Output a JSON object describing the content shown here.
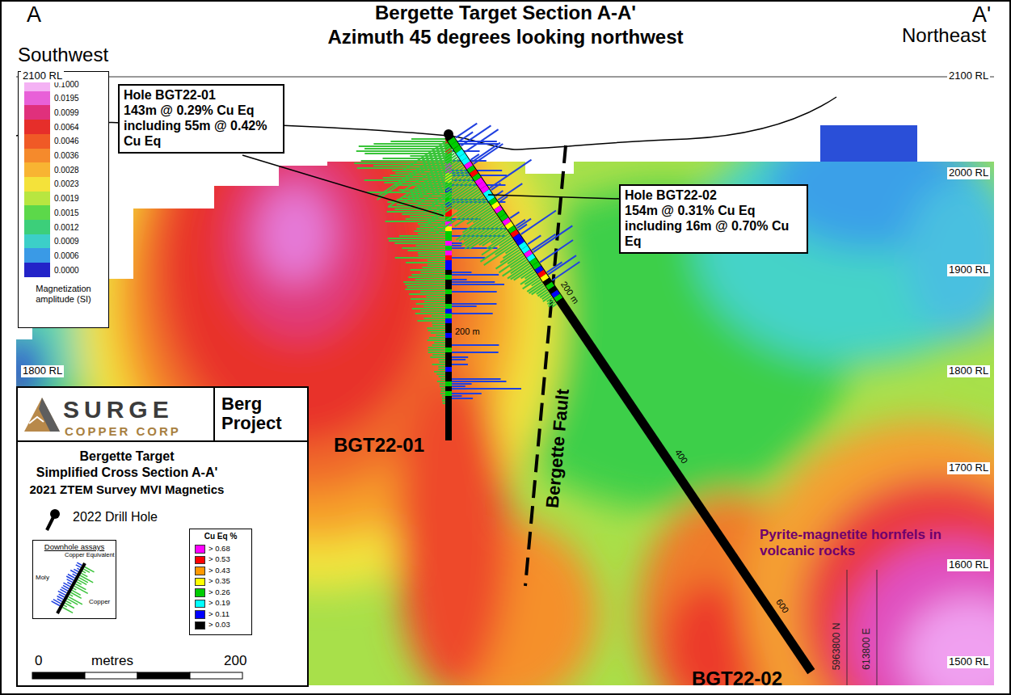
{
  "diagram": {
    "title": "Bergette Target Section A-A'",
    "nodes": [
      {
        "text": [
          "Magnetization amplitude (SI)"
        ]
      },
      {
        "text": [
          "Hole BGT22-01",
          "143m @ 0.29% Cu Eq including 55m @ 0.42% Cu Eq"
        ]
      },
      {
        "text": [
          "Hole BGT22-02",
          "154m @ 0.31% Cu Eq including 16m @ 0.70% Cu Eq"
        ]
      },
      {
        "text": [
          "SURGE",
          "COPPER CORP",
          "Berg Project",
          "Bergette Target",
          "Simplified Cross Section A-A'",
          "2021 ZTEM Survey MVI Magnetics",
          "2022 Drill Hole"
        ]
      },
      {
        "text": [
          "Cu Eq %"
        ],
        "in": 3
      },
      {
        "text": [
          "Downhole assays"
        ],
        "in": 3
      }
    ],
    "labels": [
      "Azimuth 45 degrees looking northwest",
      "A",
      "Southwest",
      "A'",
      "Northeast",
      "2100 RL",
      "2100 RL",
      "2000 RL",
      "1900 RL",
      "1800 RL",
      "1800 RL",
      "1700 RL",
      "1600 RL",
      "1500 RL",
      "200 m",
      "200 m",
      "400",
      "600",
      "Bergette Fault",
      "BGT22-01",
      "BGT22-02",
      "Pyrite-magnetite hornfels in volcanic rocks",
      "5963800 N",
      "613800 E",
      "0",
      "metres",
      "200",
      "Moly",
      "Copper Equivalent",
      "Copper"
    ],
    "legend": [
      {
        "text": "0.1000",
        "color": "#f4b2f4"
      },
      {
        "text": "0.0195",
        "color": "#e860d8"
      },
      {
        "text": "0.0099",
        "color": "#e0307c"
      },
      {
        "text": "0.0064",
        "color": "#e62e2a"
      },
      {
        "text": "0.0046",
        "color": "#f05a26"
      },
      {
        "text": "0.0036",
        "color": "#f58a2c"
      },
      {
        "text": "0.0028",
        "color": "#f8b432"
      },
      {
        "text": "0.0023",
        "color": "#f4e23a"
      },
      {
        "text": "0.0019",
        "color": "#b8e640"
      },
      {
        "text": "0.0015",
        "color": "#5cd84a"
      },
      {
        "text": "0.0012",
        "color": "#3ccf7a"
      },
      {
        "text": "0.0009",
        "color": "#3ccfc8"
      },
      {
        "text": "0.0006",
        "color": "#3a9ae6"
      },
      {
        "text": "0.0000",
        "color": "#2323c8"
      },
      {
        "text": "> 0.68",
        "color": "#ff00ff"
      },
      {
        "text": "> 0.53",
        "color": "#ff0000"
      },
      {
        "text": "> 0.43",
        "color": "#ff9900"
      },
      {
        "text": "> 0.35",
        "color": "#ffff00"
      },
      {
        "text": "> 0.26",
        "color": "#00cc00"
      },
      {
        "text": "> 0.19",
        "color": "#00ffff"
      },
      {
        "text": "> 0.11",
        "color": "#0000ff"
      },
      {
        "text": "> 0.03",
        "color": "#000000"
      }
    ]
  }
}
